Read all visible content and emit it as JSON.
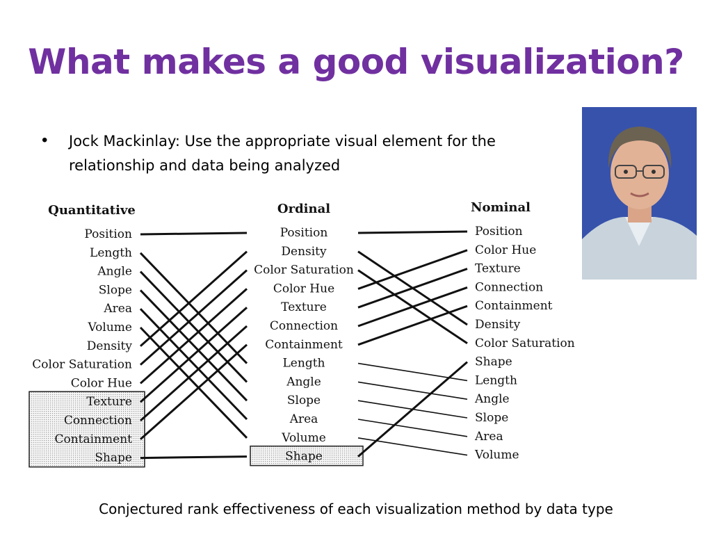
{
  "slide": {
    "title": "What makes a good visualization?",
    "bullet_dot": "•",
    "bullet_line1": "Jock Mackinlay: Use the appropriate visual element for the",
    "bullet_line2": "relationship and data being analyzed",
    "caption": "Conjectured rank effectiveness of each visualization method by data type",
    "title_color": "#7030a0"
  },
  "photo": {
    "subject": "portrait-photo",
    "background_color": "#3c57b0"
  },
  "diagram": {
    "columns": [
      {
        "header": "Quantitative",
        "items": [
          "Position",
          "Length",
          "Angle",
          "Slope",
          "Area",
          "Volume",
          "Density",
          "Color Saturation",
          "Color Hue",
          "Texture",
          "Connection",
          "Containment",
          "Shape"
        ]
      },
      {
        "header": "Ordinal",
        "items": [
          "Position",
          "Density",
          "Color Saturation",
          "Color Hue",
          "Texture",
          "Connection",
          "Containment",
          "Length",
          "Angle",
          "Slope",
          "Area",
          "Volume",
          "Shape"
        ]
      },
      {
        "header": "Nominal",
        "items": [
          "Position",
          "Color Hue",
          "Texture",
          "Connection",
          "Containment",
          "Density",
          "Color Saturation",
          "Shape",
          "Length",
          "Angle",
          "Slope",
          "Area",
          "Volume"
        ]
      }
    ],
    "greyed_boxes": [
      {
        "column": 0,
        "from": "Texture",
        "to": "Shape"
      },
      {
        "column": 1,
        "from": "Shape",
        "to": "Shape"
      }
    ]
  }
}
